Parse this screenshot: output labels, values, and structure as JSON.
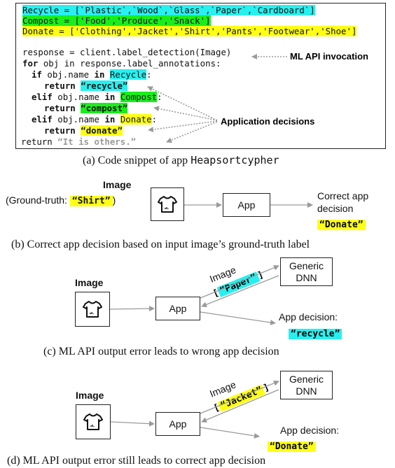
{
  "code": {
    "recycle_line": "Recycle = [`Plastic`,`Wood`,`Glass`,`Paper`,`Cardboard`]",
    "compost_line": "Compost = ['Food','Produce','Snack']",
    "donate_line": "Donate = ['Clothing','Jacket','Shirt','Pants','Footwear','Shoe']",
    "response_line": "response = client.label_detection(Image)",
    "for_kw": "for",
    "for_rest": " obj in response.label_annotations:",
    "if_kw": "if",
    "if_mid": " obj.name ",
    "in_kw": "in",
    "recycle_name": "Recycle",
    "return_kw": "return",
    "recycle_lit": "“recycle”",
    "elif_kw": "elif",
    "compost_name": "Compost",
    "compost_lit": "“compost”",
    "donate_name": "Donate",
    "donate_lit": "“donate”",
    "return_last": "return",
    "others_lit": "“It is others.”",
    "colon": ":"
  },
  "annotations": {
    "ml_api": "ML API invocation",
    "app_decisions": "Application decisions"
  },
  "captions": {
    "a_prefix": "(a) Code snippet of app ",
    "a_app": "Heapsortcypher",
    "b": "(b) Correct app decision based on input image’s ground-truth label",
    "c": "(c) ML API output error leads to wrong app decision",
    "d": "(d) ML API output error still leads to correct app decision"
  },
  "panel_b": {
    "image_label": "Image",
    "ground_truth_prefix": "(Ground-truth: ",
    "ground_truth_value": "“Shirt”",
    "ground_truth_suffix": ")",
    "app": "App",
    "decision_line1": "Correct app",
    "decision_line2": "decision",
    "decision_value": "“Donate”"
  },
  "panel_c": {
    "image_label": "Image",
    "app": "App",
    "dnn_line1": "Generic",
    "dnn_line2": "DNN",
    "edge_label": "Image",
    "output_open": "[",
    "output_value": "“Paper”",
    "output_close": "]",
    "decision_label": "App decision:",
    "decision_value": "“recycle”"
  },
  "panel_d": {
    "image_label": "Image",
    "app": "App",
    "dnn_line1": "Generic",
    "dnn_line2": "DNN",
    "edge_label": "Image",
    "output_open": "[",
    "output_value": "“Jacket”",
    "output_close": "]",
    "decision_label": "App decision:",
    "decision_value": "“Donate”"
  },
  "colors": {
    "cyan": "#27f0f0",
    "green": "#19ee1c",
    "yellow": "#ffff14",
    "arrow_gray": "#9a9a9a"
  },
  "icons": [
    "tshirt-icon",
    "tshirt-icon",
    "tshirt-icon"
  ]
}
